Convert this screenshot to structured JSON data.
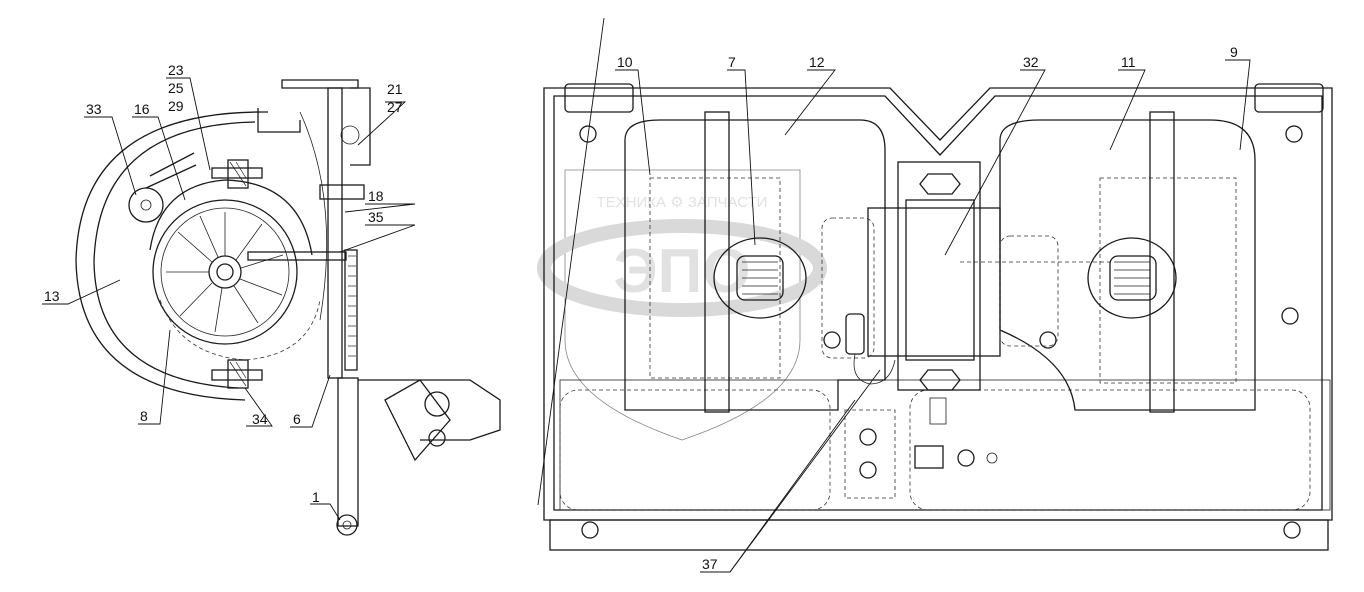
{
  "watermark": {
    "brand_line": "ТЕХНИКА ⚙ ЗАПЧАСТИ",
    "logo_text": "ЭПО"
  },
  "callouts": {
    "c1": "1",
    "c6": "6",
    "c7": "7",
    "c8": "8",
    "c9": "9",
    "c10": "10",
    "c11": "11",
    "c12": "12",
    "c13": "13",
    "c16": "16",
    "c18": "18",
    "c21": "21",
    "c23": "23",
    "c25": "25",
    "c27": "27",
    "c29": "29",
    "c32": "32",
    "c33": "33",
    "c34": "34",
    "c35": "35",
    "c37": "37"
  }
}
